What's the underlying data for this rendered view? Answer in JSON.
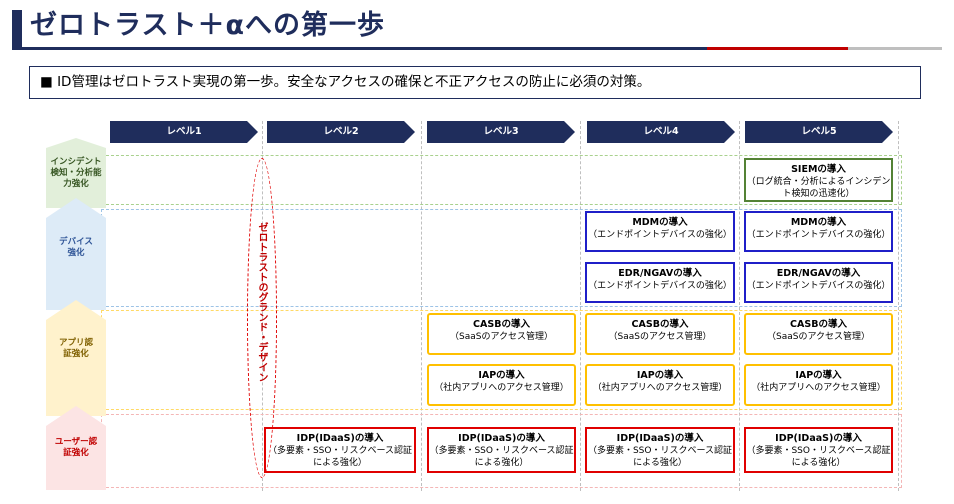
{
  "header": {
    "title": "ゼロトラスト＋αへの第一歩",
    "summary_marker": "■",
    "summary": "ID管理はゼロトラスト実現の第一歩。安全なアクセスの確保と不正アクセスの防止に必須の対策。"
  },
  "levels": [
    "レベル1",
    "レベル2",
    "レベル3",
    "レベル4",
    "レベル5"
  ],
  "categories": [
    {
      "label": "インシデント検知・分析能力強化",
      "color": "#E2EFDA",
      "text_color": "#375623"
    },
    {
      "label": "デバイス強化",
      "color": "#DDEBF7",
      "text_color": "#2F5597"
    },
    {
      "label": "アプリ認証強化",
      "color": "#FFF2CC",
      "text_color": "#7F6000"
    },
    {
      "label": "ユーザー認証強化",
      "color": "#FCE4E4",
      "text_color": "#C00000"
    }
  ],
  "measures": {
    "siem": {
      "title": "SIEMの導入",
      "sub": "（ログ統合・分析によるインシデント検知の迅速化）"
    },
    "mdm": {
      "title": "MDMの導入",
      "sub": "（エンドポイントデバイスの強化）"
    },
    "edr": {
      "title": "EDR/NGAVの導入",
      "sub": "（エンドポイントデバイスの強化）"
    },
    "casb": {
      "title": "CASBの導入",
      "sub": "（SaaSのアクセス管理）"
    },
    "iap": {
      "title": "IAPの導入",
      "sub": "（社内アプリへのアクセス管理）"
    },
    "idp": {
      "title": "IDP(IDaaS)の導入",
      "sub": "（多要素・SSO・リスクベース認証による強化）"
    }
  },
  "note": "ゼロトラストのグランド・デザイン"
}
